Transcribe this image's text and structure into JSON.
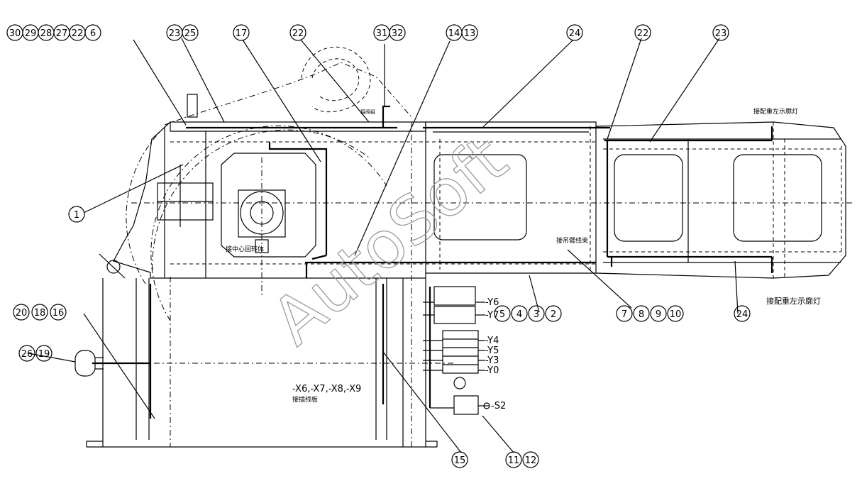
{
  "balloons": [
    {
      "name": "balloon-30",
      "label": "30"
    },
    {
      "name": "balloon-29",
      "label": "29"
    },
    {
      "name": "balloon-28",
      "label": "28"
    },
    {
      "name": "balloon-27",
      "label": "27"
    },
    {
      "name": "balloon-22-a",
      "label": "22"
    },
    {
      "name": "balloon-6",
      "label": "6"
    },
    {
      "name": "balloon-23-a",
      "label": "23"
    },
    {
      "name": "balloon-25",
      "label": "25"
    },
    {
      "name": "balloon-17",
      "label": "17"
    },
    {
      "name": "balloon-22-b",
      "label": "22"
    },
    {
      "name": "balloon-31",
      "label": "31"
    },
    {
      "name": "balloon-32",
      "label": "32"
    },
    {
      "name": "balloon-14",
      "label": "14"
    },
    {
      "name": "balloon-13",
      "label": "13"
    },
    {
      "name": "balloon-24-a",
      "label": "24"
    },
    {
      "name": "balloon-22-c",
      "label": "22"
    },
    {
      "name": "balloon-23-b",
      "label": "23"
    },
    {
      "name": "balloon-1",
      "label": "1"
    },
    {
      "name": "balloon-20",
      "label": "20"
    },
    {
      "name": "balloon-18",
      "label": "18"
    },
    {
      "name": "balloon-16",
      "label": "16"
    },
    {
      "name": "balloon-26",
      "label": "26"
    },
    {
      "name": "balloon-19",
      "label": "19"
    },
    {
      "name": "balloon-5",
      "label": "5"
    },
    {
      "name": "balloon-4",
      "label": "4"
    },
    {
      "name": "balloon-3",
      "label": "3"
    },
    {
      "name": "balloon-2",
      "label": "2"
    },
    {
      "name": "balloon-7",
      "label": "7"
    },
    {
      "name": "balloon-8",
      "label": "8"
    },
    {
      "name": "balloon-9",
      "label": "9"
    },
    {
      "name": "balloon-10",
      "label": "10"
    },
    {
      "name": "balloon-24-b",
      "label": "24"
    },
    {
      "name": "balloon-15",
      "label": "15"
    },
    {
      "name": "balloon-11",
      "label": "11"
    },
    {
      "name": "balloon-12",
      "label": "12"
    }
  ],
  "signals": {
    "y6": "-Y6",
    "y7": "-Y7",
    "y4": "-Y4",
    "y5": "-Y5",
    "y3": "-Y3",
    "y0": "-Y0",
    "s2": "-S2",
    "connectors": "-X6,-X7,-X8,-X9"
  },
  "notes": {
    "connector_board": "接插线板",
    "center_junction": "接中心回转体",
    "rear_light_right": "接配重左示廓灯",
    "rear_light_top": "接配重左示廓灯",
    "pipe_junction": "接吊臂线束",
    "valve_box": "接阀组"
  },
  "watermark": "AutoSoft"
}
